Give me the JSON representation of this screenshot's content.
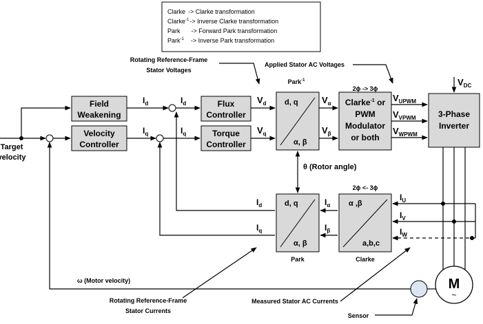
{
  "legend": {
    "rows": [
      {
        "abbr": "Clarke",
        "sup": "",
        "desc": "-> Clarke transformation"
      },
      {
        "abbr": "Clarke",
        "sup": "-1",
        "desc": "-> Inverse Clarke transformation"
      },
      {
        "abbr": "Park",
        "sup": "",
        "desc": "-> Forward Park transformation"
      },
      {
        "abbr": "Park",
        "sup": "-1",
        "desc": "-> Inverse  Park transformation"
      }
    ]
  },
  "annotations": {
    "rotating_voltages_1": "Rotating Reference-Frame",
    "rotating_voltages_2": "Stator Voltages",
    "applied_voltages": "Applied Stator AC Voltages",
    "rotating_currents_1": "Rotating Reference-Frame",
    "rotating_currents_2": "Stator Currents",
    "measured_currents": "Measured Stator AC Currents",
    "sensor": "Sensor",
    "theta": "θ (Rotor angle)",
    "omega": "ω  (Motor velocity)",
    "two_to_three": "2ϕ -> 3ϕ",
    "three_to_two": "2ϕ <- 3ϕ"
  },
  "input": {
    "line1": "Target",
    "line2": "velocity"
  },
  "blocks": {
    "field_weakening": [
      "Field",
      "Weakening"
    ],
    "velocity_controller": [
      "Velocity",
      "Controller"
    ],
    "flux_controller": [
      "Flux",
      "Controller"
    ],
    "torque_controller": [
      "Torque",
      "Controller"
    ],
    "park_inverse": {
      "caption": "Park",
      "caption_sup": "-1",
      "top": "d, q",
      "bottom": "α, β"
    },
    "clarke_pwm": {
      "line1": "Clarke",
      "line1_sup": "-1",
      "line1_rest": " or",
      "line2": "PWM",
      "line3": "Modulator",
      "line4": "or both"
    },
    "inverter": [
      "3-Phase",
      "Inverter"
    ],
    "park": {
      "caption": "Park",
      "top": "d, q",
      "bottom": "α, β"
    },
    "clarke": {
      "caption": "Clarke",
      "top": "α ,β",
      "bottom": "a,b,c"
    },
    "motor": {
      "letter": "M",
      "symbol": "~"
    }
  },
  "signals": {
    "id_main": "I",
    "id_sub": "d",
    "iq_main": "I",
    "iq_sub": "q",
    "vd_main": "V",
    "vd_sub": "d",
    "vq_main": "V",
    "vq_sub": "q",
    "valpha_main": "V",
    "valpha_sub": "α",
    "vbeta_main": "V",
    "vbeta_sub": "β",
    "ialpha_main": "I",
    "ialpha_sub": "α",
    "ibeta_main": "I",
    "ibeta_sub": "β",
    "vu_main": "V",
    "vu_sub": "UPWM",
    "vv_main": "V",
    "vv_sub": "VPWM",
    "vw_main": "V",
    "vw_sub": "WPWM",
    "vdc_main": "V",
    "vdc_sub": "DC",
    "iu_main": "I",
    "iu_sub": "U",
    "iv_main": "I",
    "iv_sub": "V",
    "iw_main": "I",
    "iw_sub": "W"
  }
}
